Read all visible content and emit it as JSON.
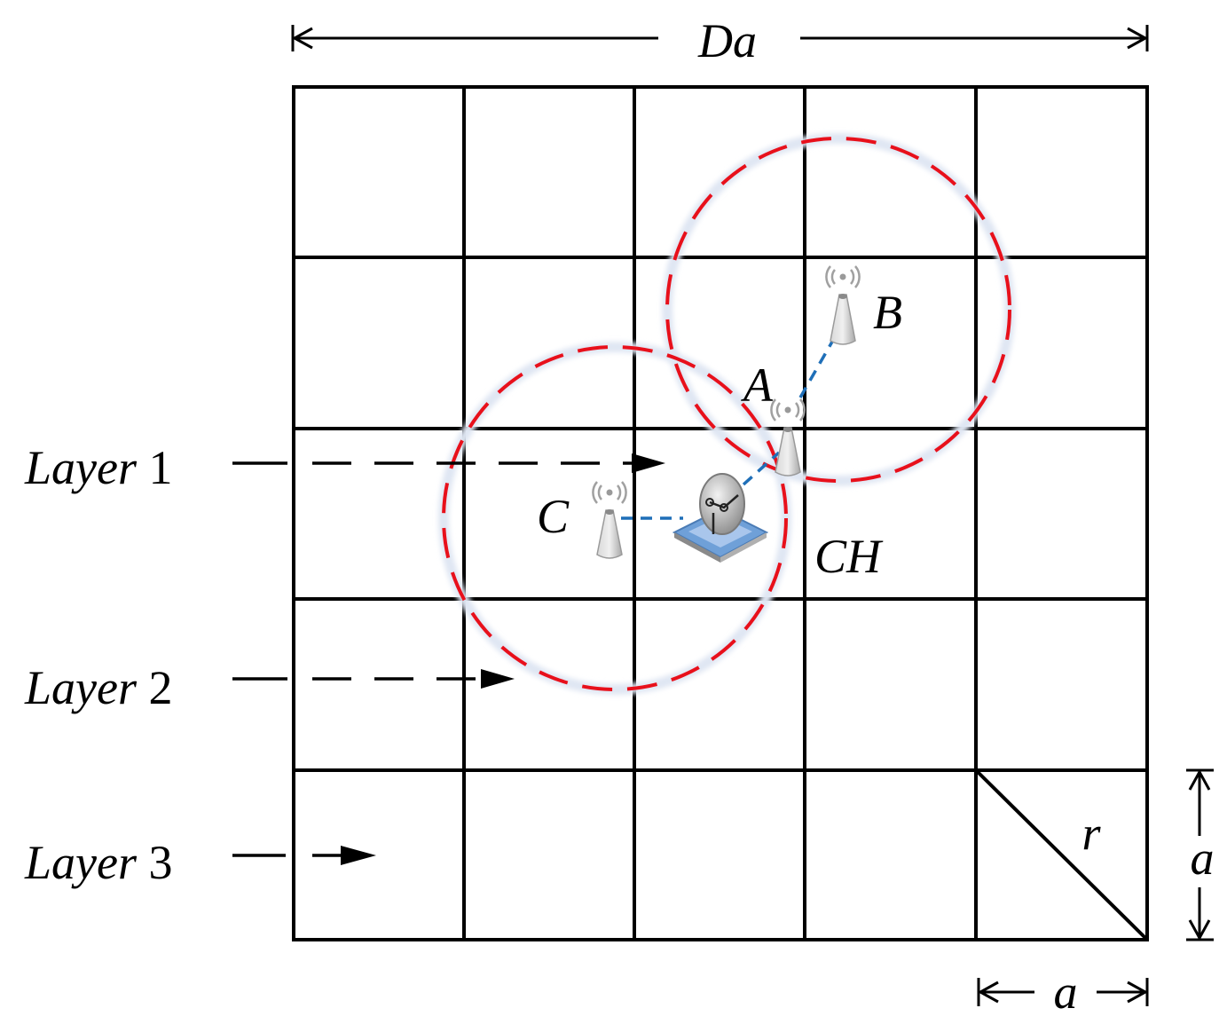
{
  "labels": {
    "width_dimension": "Da",
    "node_a": "A",
    "node_b": "B",
    "node_c": "C",
    "cluster_head": "CH",
    "diagonal": "r",
    "cell_side_vertical": "a",
    "cell_side_horizontal": "a"
  },
  "layers": [
    {
      "name": "Layer",
      "number": "1"
    },
    {
      "name": "Layer",
      "number": "2"
    },
    {
      "name": "Layer",
      "number": "3"
    }
  ],
  "grid": {
    "rows": 5,
    "cols": 5
  },
  "colors": {
    "range_circle": "#e8101b",
    "link": "#1f6fb8",
    "grid": "#000000",
    "antenna": "#b8b8b8",
    "ch_base": "#6fa0d8"
  },
  "icons": {
    "node": "antenna-tower-icon",
    "cluster_head": "satellite-dish-icon"
  }
}
